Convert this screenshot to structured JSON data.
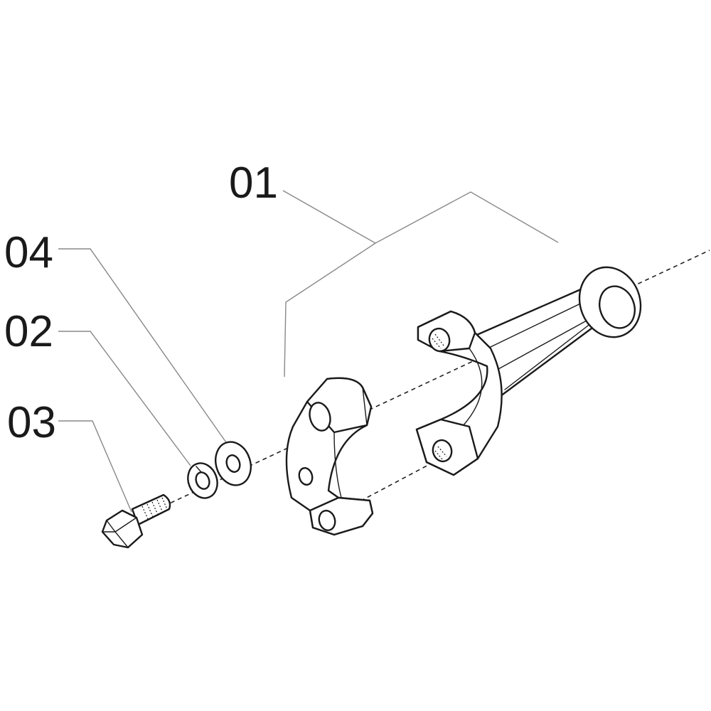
{
  "diagram": {
    "callouts": [
      {
        "id": "01",
        "text": "01"
      },
      {
        "id": "04",
        "text": "04"
      },
      {
        "id": "02",
        "text": "02"
      },
      {
        "id": "03",
        "text": "03"
      }
    ],
    "colors": {
      "line": "#1a1a1a",
      "leader": "#888888",
      "background": "#ffffff"
    }
  }
}
